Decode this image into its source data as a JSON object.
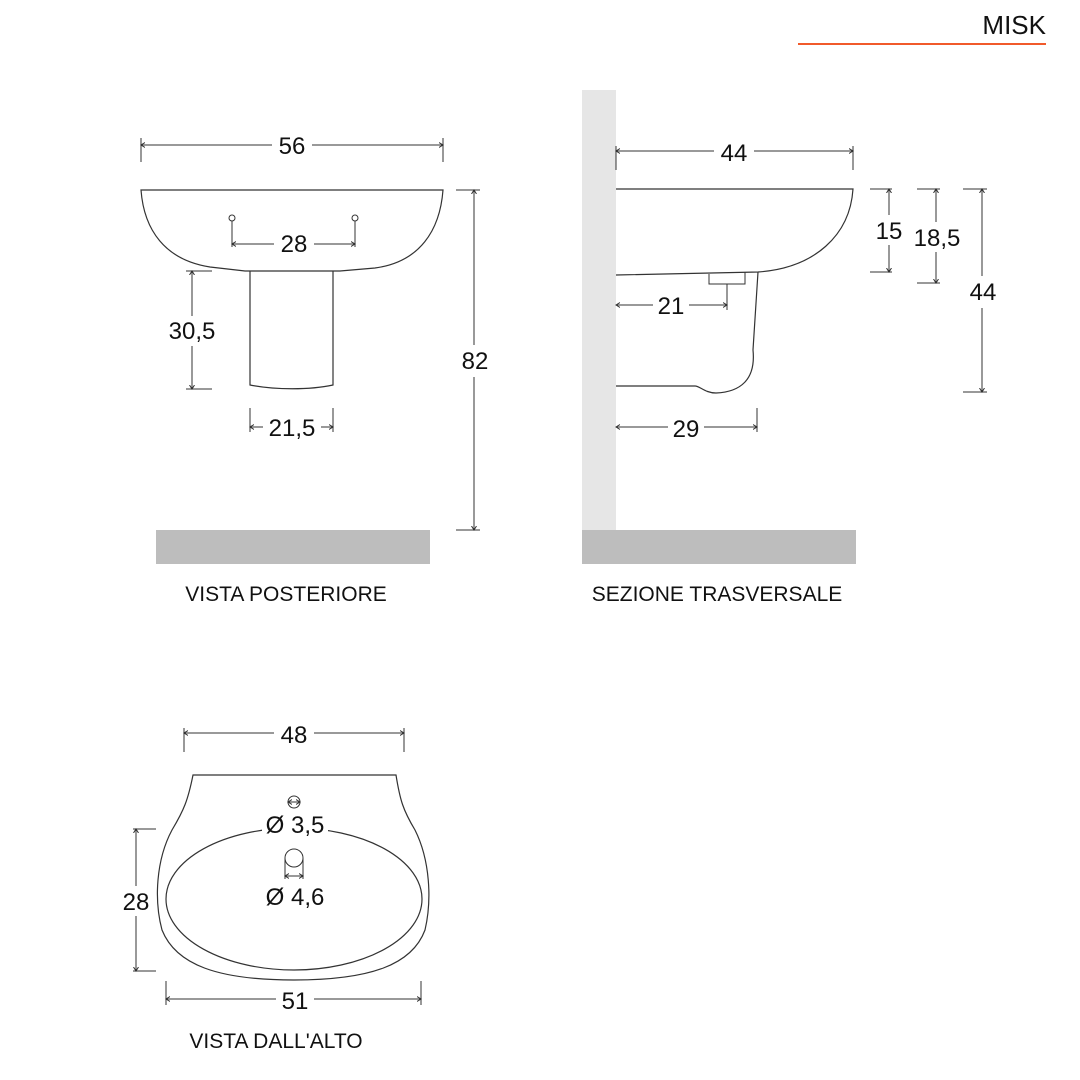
{
  "brand": {
    "name": "MISK",
    "underline_color": "#f15a2b"
  },
  "colors": {
    "floor": "#bdbdbd",
    "wall": "#e6e6e6",
    "line": "#333333",
    "text": "#111111"
  },
  "views": {
    "rear": {
      "title": "VISTA POSTERIORE",
      "dims": {
        "width": "56",
        "holes_spacing": "28",
        "pedestal_height": "30,5",
        "total_height": "82",
        "pedestal_width": "21,5"
      }
    },
    "section": {
      "title": "SEZIONE TRASVERSALE",
      "dims": {
        "depth": "44",
        "drain_distance": "21",
        "pedestal_depth": "29",
        "basin_height": "15",
        "drain_height": "18,5",
        "overall_height": "44"
      }
    },
    "top": {
      "title": "VISTA DALL'ALTO",
      "dims": {
        "back_width": "48",
        "front_width": "51",
        "bowl_depth": "28",
        "tap_hole": "Ø 3,5",
        "drain_hole": "Ø 4,6"
      }
    }
  }
}
